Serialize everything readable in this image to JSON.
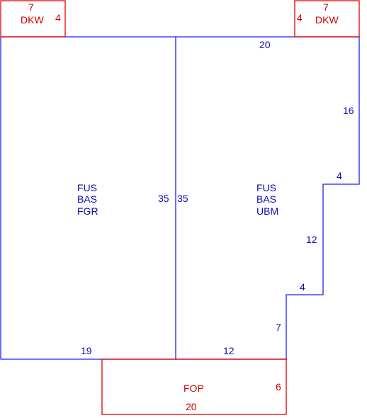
{
  "colors": {
    "living_area": "#1c1cff",
    "attached_area": "#dd0000",
    "label_blue": "#0a0ab4",
    "label_red": "#cc0000"
  },
  "areas": {
    "left_unit": {
      "code1": "FUS",
      "code2": "BAS",
      "code3": "FGR"
    },
    "right_unit": {
      "code1": "FUS",
      "code2": "BAS",
      "code3": "UBM"
    },
    "deck_left": {
      "code": "DKW",
      "dim_top": "7",
      "dim_right": "4"
    },
    "deck_right": {
      "code": "DKW",
      "dim_top": "7",
      "dim_left": "4"
    },
    "porch": {
      "code": "FOP",
      "dim_right": "6",
      "dim_bottom": "20"
    }
  },
  "dimensions": {
    "top_right": "20",
    "right_upper": "16",
    "step_upper": "4",
    "right_middle": "12",
    "step_lower": "4",
    "right_lower": "7",
    "bottom_right": "12",
    "bottom_left": "19",
    "shared_wall_left": "35",
    "shared_wall_right": "35"
  }
}
